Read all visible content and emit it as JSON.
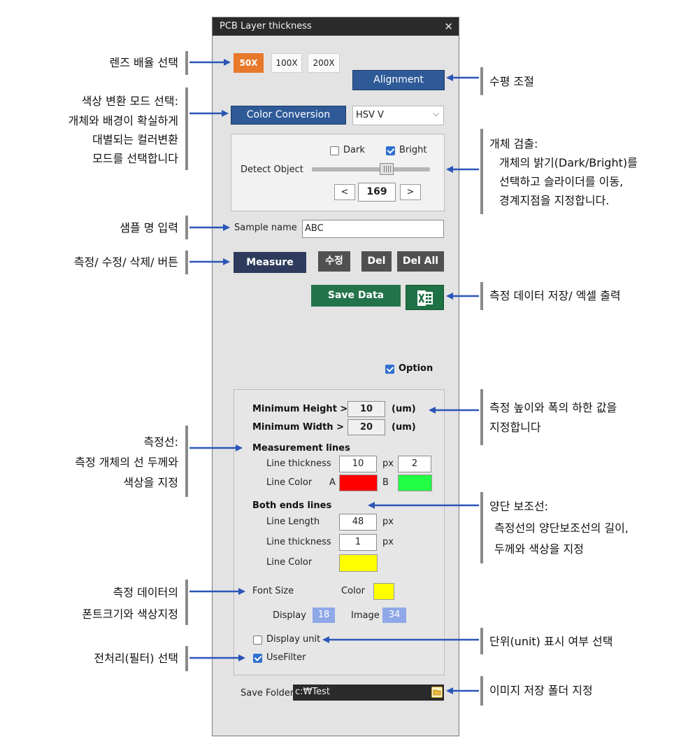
{
  "window": {
    "title": "PCB Layer thickness",
    "close_glyph": "✕"
  },
  "lens": {
    "options": [
      "50X",
      "100X",
      "200X"
    ],
    "selected": "50X"
  },
  "alignment_button": "Alignment",
  "color_conversion": {
    "button": "Color Conversion",
    "selected": "HSV V"
  },
  "detect": {
    "label": "Detect Object",
    "dark": {
      "label": "Dark",
      "checked": false
    },
    "bright": {
      "label": "Bright",
      "checked": true
    },
    "slider_fraction": 0.65,
    "value": "169",
    "dec": "<",
    "inc": ">"
  },
  "sample": {
    "label": "Sample name",
    "value": "ABC"
  },
  "actions": {
    "measure": "Measure",
    "edit": "수정",
    "del": "Del",
    "del_all": "Del All"
  },
  "save_data": "Save Data",
  "excel_icon": "excel-icon",
  "option": {
    "label": "Option",
    "checked": true
  },
  "settings": {
    "min_height": {
      "label": "Minimum Height >",
      "value": "10",
      "unit": "(um)"
    },
    "min_width": {
      "label": "Minimum Width >",
      "value": "20",
      "unit": "(um)"
    },
    "measurement_lines": {
      "heading": "Measurement lines",
      "thickness_label": "Line thickness",
      "thickness_a": "10",
      "px": "px",
      "thickness_b": "2",
      "color_label": "Line Color",
      "a": "A",
      "b": "B",
      "color_a": "#ff0000",
      "color_b": "#22ff44"
    },
    "both_ends": {
      "heading": "Both ends lines",
      "length_label": "Line Length",
      "length": "48",
      "px": "px",
      "thickness_label": "Line thickness",
      "thickness": "1",
      "px2": "px",
      "color_label": "Line Color",
      "color": "#ffff00"
    },
    "font": {
      "label": "Font Size",
      "color_label": "Color",
      "color": "#ffff00",
      "display_label": "Display",
      "display": "18",
      "image_label": "Image",
      "image": "34"
    },
    "display_unit": {
      "label": "Display unit",
      "checked": false
    },
    "use_filter": {
      "label": "UseFilter",
      "checked": true
    }
  },
  "save_folder": {
    "label": "Save Folder",
    "value": "c:₩Test"
  },
  "annotations": {
    "lens": "렌즈 배율 선택",
    "alignment": "수평 조절",
    "color_mode": [
      "색상 변환 모드 선택:",
      "개체와 배경이 확실하게",
      "대별되는 컬러변환",
      "모드를 선택합니다"
    ],
    "detect": [
      "개체 검출:",
      "개체의 밝기(Dark/Bright)를",
      "선택하고 슬라이더를 이동,",
      "경계지점을 지정합니다."
    ],
    "sample": "샘플 명 입력",
    "buttons": "측정/ 수정/ 삭제/ 버튼",
    "save": "측정 데이터 저장/ 엑셀 출력",
    "min": [
      "측정 높이와 폭의 하한 값을",
      "지정합니다"
    ],
    "mline": [
      "측정선:",
      "측정 개체의 선 두께와",
      "색상을 지정"
    ],
    "bothends": [
      "양단 보조선:",
      "측정선의 양단보조선의 길이,",
      "두께와   색상을 지정"
    ],
    "font": [
      "측정 데이터의",
      "폰트크기와 색상지정"
    ],
    "unit": "단위(unit) 표시 여부 선택",
    "filter": "전처리(필터) 선택",
    "folder": "이미지 저장 폴더 지정"
  }
}
